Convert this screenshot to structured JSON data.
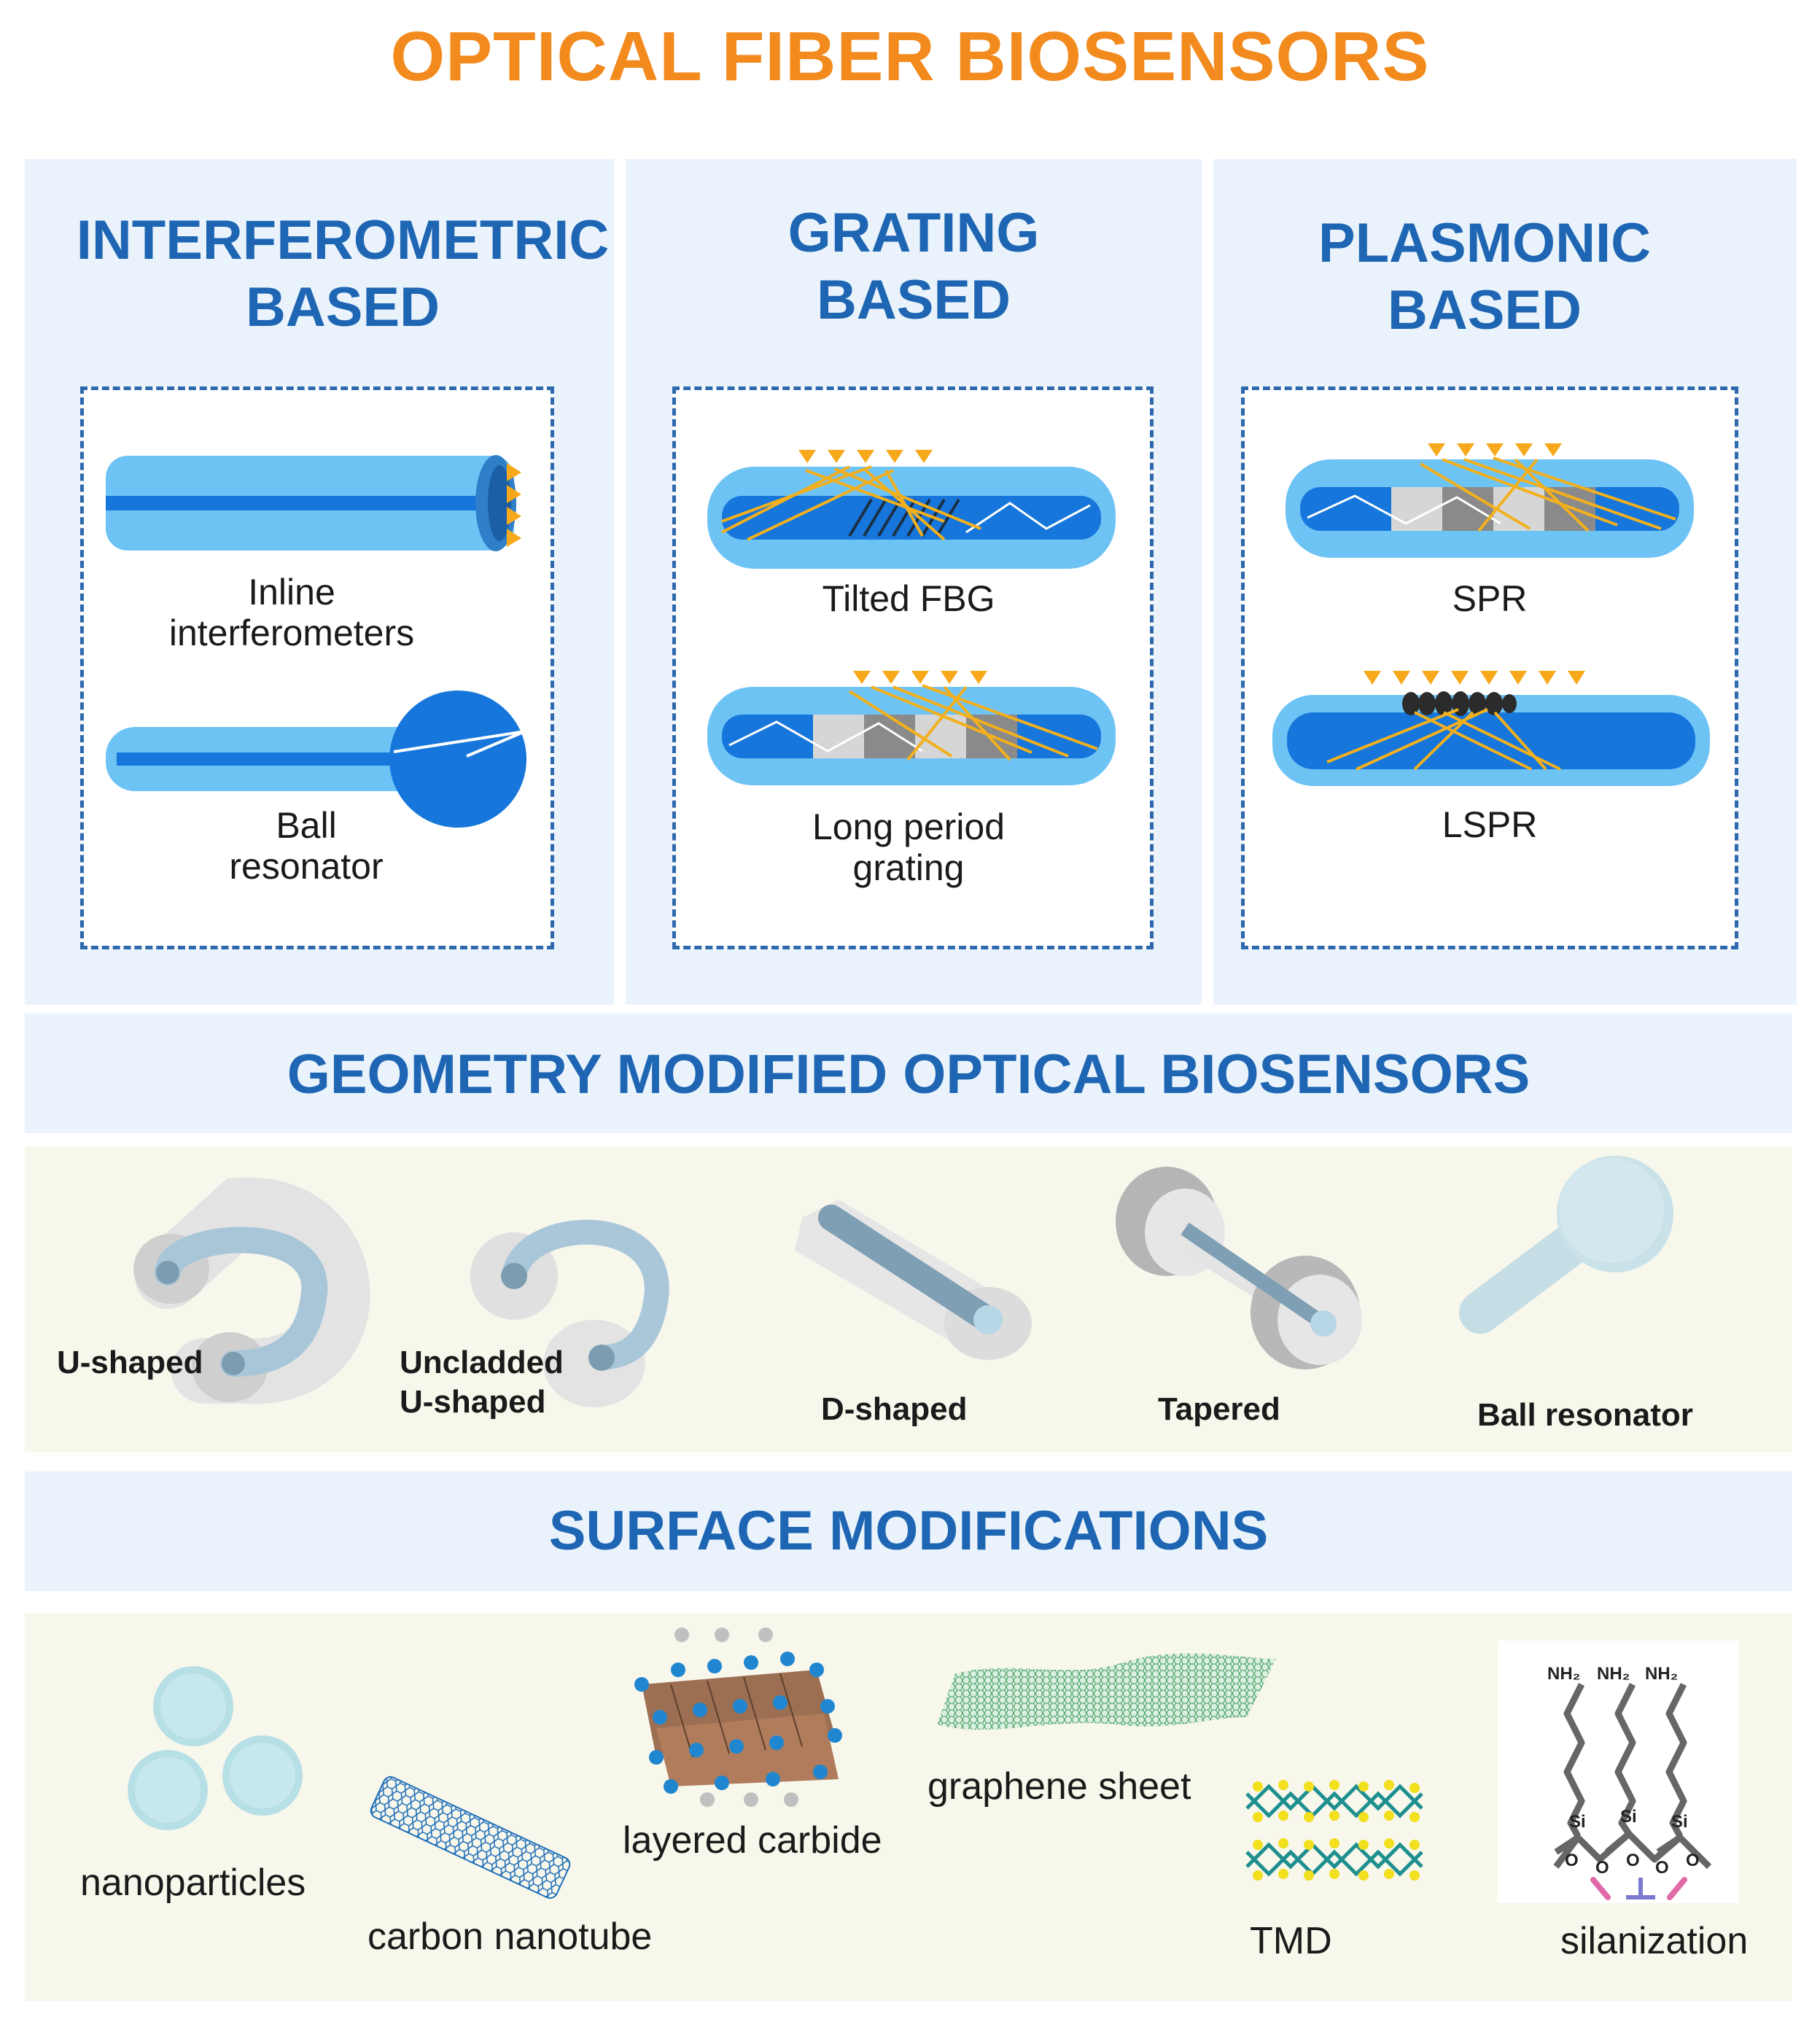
{
  "title": "OPTICAL FIBER BIOSENSORS",
  "colors": {
    "title_orange": "#f28a1e",
    "heading_blue": "#1e66b3",
    "panel_bg": "#eaf3fc",
    "cream_bg": "#f8f7ec",
    "fiber_cladding": "#6ec3f5",
    "fiber_core": "#1676dc",
    "marker_orange": "#f7a81b"
  },
  "sensor_types": [
    {
      "heading": "INTERFEROMETRIC\nBASED",
      "examples": [
        "Inline\ninterferometers",
        "Ball\nresonator"
      ]
    },
    {
      "heading": "GRATING\nBASED",
      "examples": [
        "Tilted FBG",
        "Long period\ngrating"
      ]
    },
    {
      "heading": "PLASMONIC\nBASED",
      "examples": [
        "SPR",
        "LSPR"
      ]
    }
  ],
  "geometry": {
    "heading": "GEOMETRY MODIFIED OPTICAL BIOSENSORS",
    "items": [
      "U-shaped",
      "Uncladded\nU-shaped",
      "D-shaped",
      "Tapered",
      "Ball resonator"
    ]
  },
  "surface": {
    "heading": "SURFACE MODIFICATIONS",
    "items": [
      "nanoparticles",
      "carbon nanotube",
      "layered carbide",
      "graphene sheet",
      "TMD",
      "silanization"
    ],
    "silane_groups": [
      "NH₂",
      "NH₂",
      "NH₂"
    ],
    "silane_atoms": [
      "Si",
      "O"
    ]
  }
}
